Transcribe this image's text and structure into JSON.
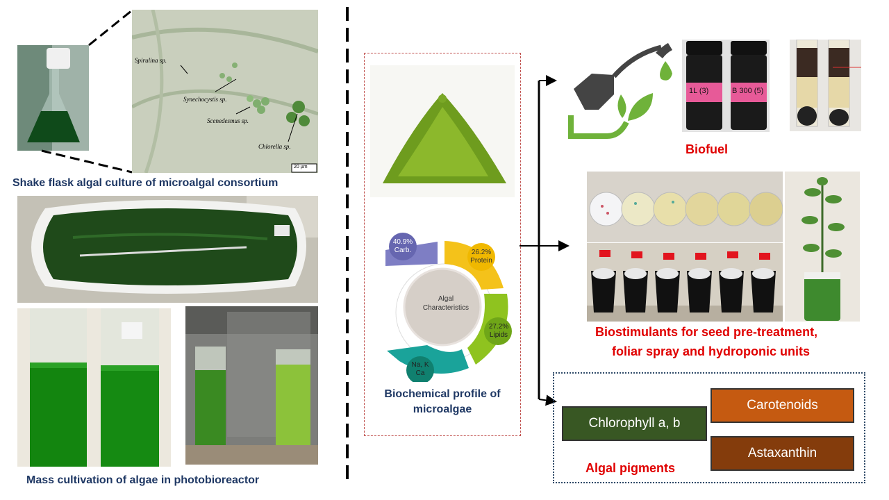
{
  "left": {
    "micro_labels": {
      "spirulina": "Spirulina sp.",
      "synechocystis": "Synechocystis sp.",
      "scenedesmus": "Scenedesmus sp.",
      "chlorella": "Chlorella sp.",
      "scale_bar": "20 µm"
    },
    "caption_top": "Shake flask algal culture of microalgal consortium",
    "caption_bottom": "Mass cultivation of algae in photobioreactor"
  },
  "middle": {
    "cycle": {
      "center": "Algal Characteristics",
      "segments": [
        {
          "label": "40.9% Carb.",
          "percent": 40.9,
          "color": "#7e7ec4"
        },
        {
          "label": "26.2% Protein",
          "percent": 26.2,
          "color": "#f4c21a"
        },
        {
          "label": "27.2% Lipids",
          "percent": 27.2,
          "color": "#8fc31f"
        },
        {
          "label": "Na, K Ca",
          "color": "#1aa39a"
        }
      ]
    },
    "caption": "Biochemical profile of microalgae"
  },
  "right": {
    "vial_labels": [
      "1L (3)",
      "B 300 (5)"
    ],
    "biofuel_caption": "Biofuel",
    "biostimulant_caption_line1": "Biostimulants for seed pre-treatment,",
    "biostimulant_caption_line2": "foliar spray and hydroponic units",
    "pigments": {
      "chlorophyll": "Chlorophyll a, b",
      "carotenoids": "Carotenoids",
      "astaxanthin": "Astaxanthin",
      "caption": "Algal pigments"
    }
  },
  "colors": {
    "caption_navy": "#1f3864",
    "caption_red": "#e00000",
    "chlorophyll_box": "#385723",
    "carotenoids_box": "#c55a11",
    "astaxanthin_box": "#843c0c"
  }
}
